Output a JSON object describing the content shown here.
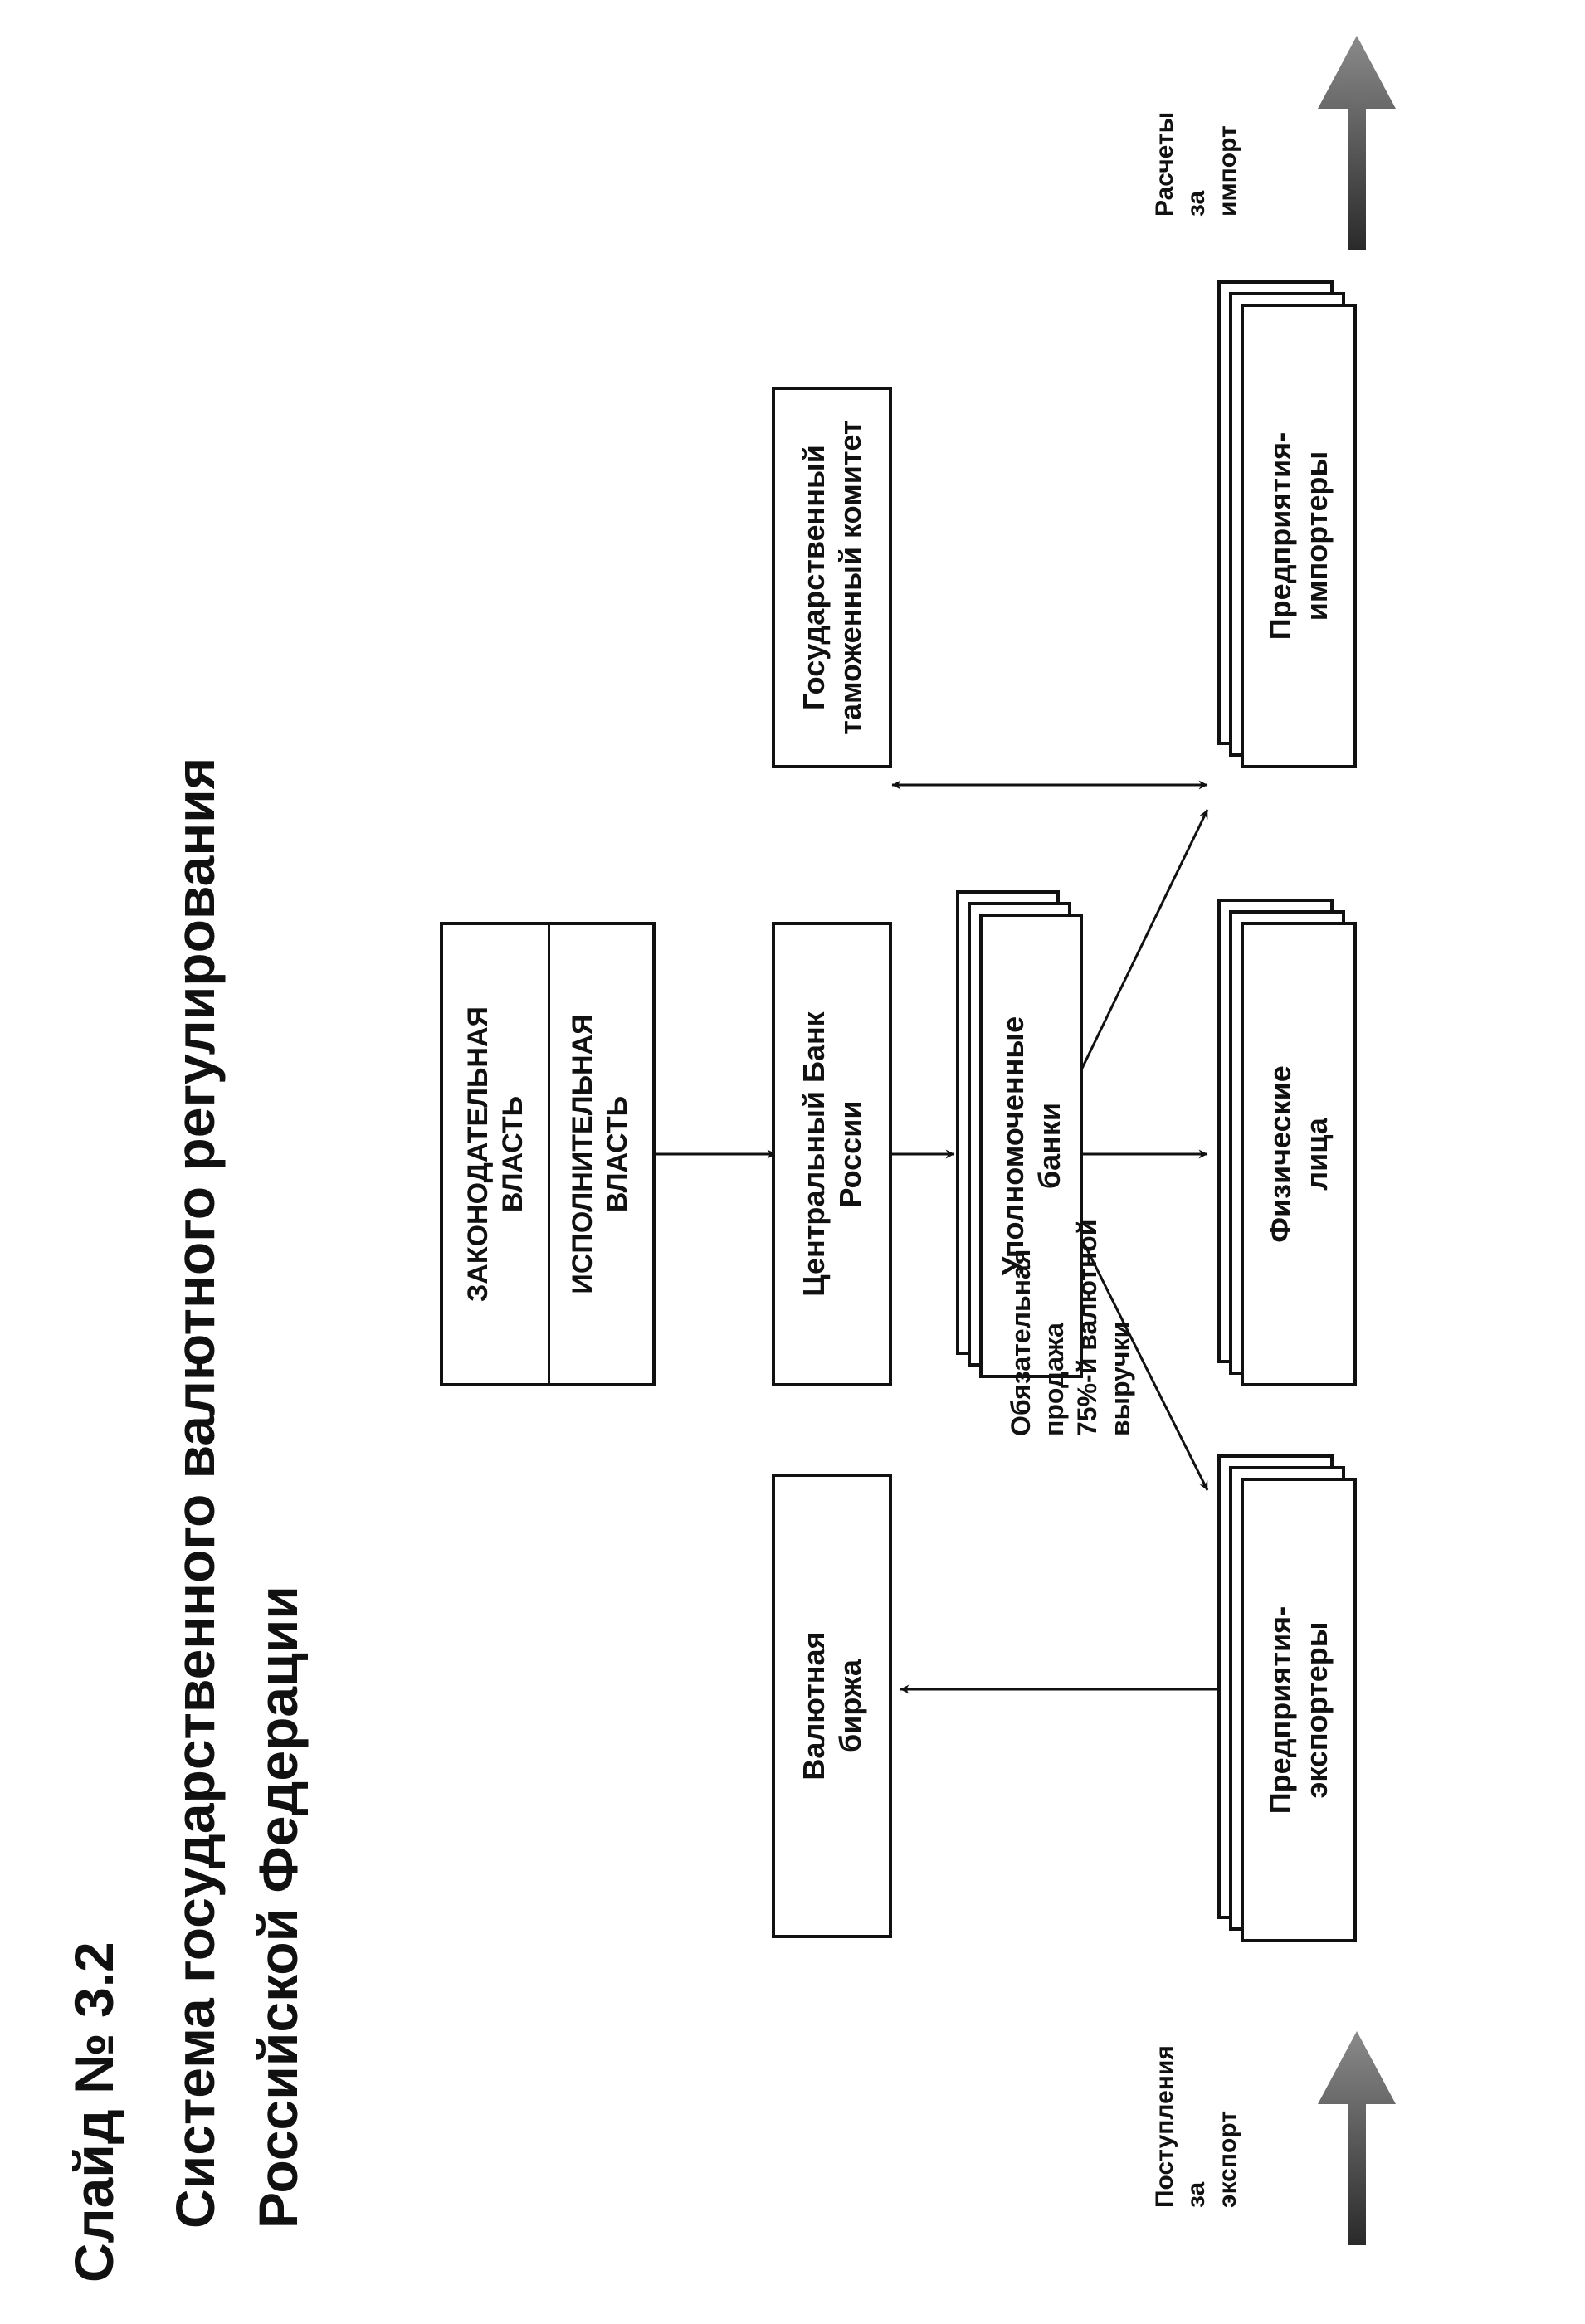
{
  "header": {
    "slide_number": "Слайд № 3.2",
    "title": "Система государственного валютного регулирования\nРоссийской Федерации"
  },
  "nodes": {
    "legislative": "ЗАКОНОДАТЕЛЬНАЯ\nВЛАСТЬ",
    "executive": "ИСПОЛНИТЕЛЬНАЯ\nВЛАСТЬ",
    "customs": "Государственный\nтаможенный комитет",
    "central_bank": "Центральный Банк\nРоссии",
    "fx_exchange": "Валютная\nбиржа",
    "authorized_banks": "Уполномоченные\nбанки",
    "exporters": "Предприятия-\nэкспортеры",
    "individuals": "Физические\nлица",
    "importers": "Предприятия-\nимпортеры"
  },
  "labels": {
    "mandatory_sale": "Обязательная\nпродажа\n75%-й валютной\nвыручки",
    "export_receipts": "Поступления\nза\nэкспорт",
    "import_payments": "Расчеты\nза\nимпорт"
  },
  "colors": {
    "ink": "#111111",
    "flow_arrow": "#6e6e6e"
  }
}
